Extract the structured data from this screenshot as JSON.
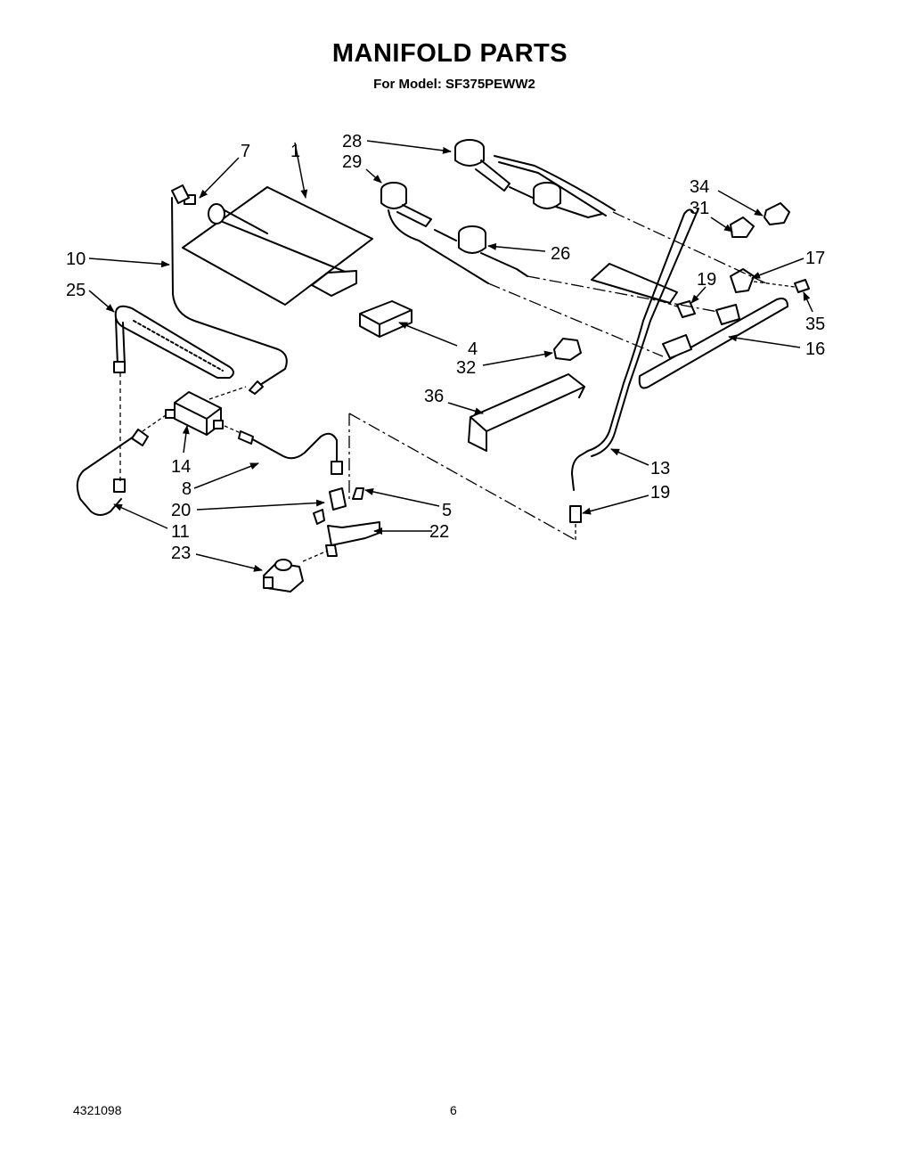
{
  "header": {
    "title": "MANIFOLD PARTS",
    "subtitle": "For Model: SF375PEWW2"
  },
  "footer": {
    "doc_number": "4321098",
    "page_number": "6"
  },
  "callouts": {
    "c1": "1",
    "c4": "4",
    "c5": "5",
    "c7": "7",
    "c8": "8",
    "c10": "10",
    "c11": "11",
    "c13": "13",
    "c14": "14",
    "c16": "16",
    "c17": "17",
    "c19a": "19",
    "c19b": "19",
    "c20": "20",
    "c22": "22",
    "c23": "23",
    "c25": "25",
    "c26": "26",
    "c28": "28",
    "c29": "29",
    "c31": "31",
    "c32": "32",
    "c34": "34",
    "c35": "35",
    "c36": "36"
  },
  "colors": {
    "ink": "#000000",
    "paper": "#ffffff"
  }
}
